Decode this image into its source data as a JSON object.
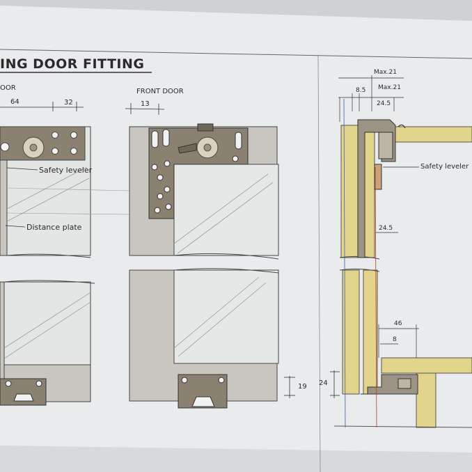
{
  "title": "ING DOOR FITTING",
  "labels": {
    "left_header": "OOR",
    "front_door": "FRONT DOOR",
    "safety_leveler": "Safety leveler",
    "distance_plate": "Distance plate",
    "safety_leveler_right": "Safety leveler"
  },
  "dimensions": {
    "d64": "64",
    "d32": "32",
    "d13": "13",
    "max21_top": "Max.21",
    "d8_5": "8.5",
    "max21_second": "Max.21",
    "d24_5_top": "24.5",
    "d24_5_mid": "24.5",
    "d46": "46",
    "d8": "8",
    "d19": "19",
    "d24": "24"
  },
  "colors": {
    "paper": "#e9ebec",
    "wood": "#e2d48a",
    "panel": "#c9c6bf",
    "metal": "#8a8171",
    "line": "#3a3a3a"
  }
}
